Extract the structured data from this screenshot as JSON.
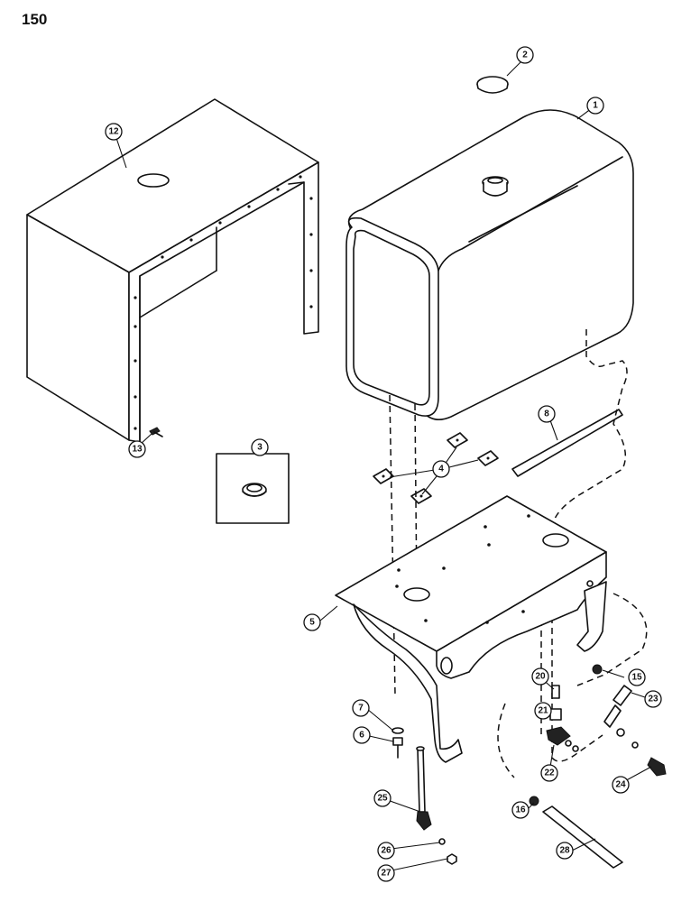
{
  "page_number": "150",
  "callouts": [
    "1",
    "2",
    "3",
    "4",
    "5",
    "6",
    "7",
    "8",
    "12",
    "13",
    "15",
    "16",
    "20",
    "21",
    "22",
    "23",
    "24",
    "25",
    "26",
    "27",
    "28"
  ]
}
